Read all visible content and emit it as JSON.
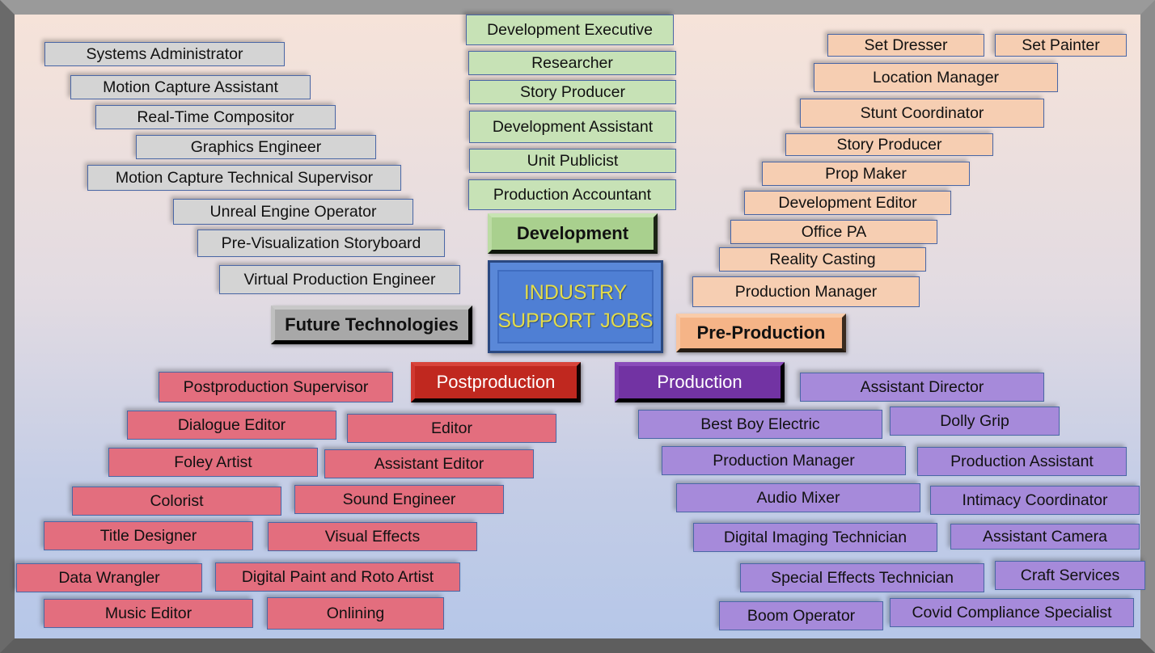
{
  "center": {
    "line1": "INDUSTRY",
    "line2": "SUPPORT JOBS"
  },
  "categories": [
    {
      "name": "Future Technologies",
      "color": "#a8a8a8",
      "jobs": [
        "Systems Administrator",
        "Motion Capture Assistant",
        "Real-Time Compositor",
        "Graphics Engineer",
        "Motion Capture Technical Supervisor",
        "Unreal Engine Operator",
        "Pre-Visualization Storyboard",
        "Virtual Production Engineer"
      ]
    },
    {
      "name": "Development",
      "color": "#a9d08e",
      "jobs": [
        "Development Executive",
        "Researcher",
        "Story Producer",
        "Development Assistant",
        "Unit Publicist",
        "Production Accountant"
      ]
    },
    {
      "name": "Pre-Production",
      "color": "#f5b487",
      "jobs": [
        "Set Dresser",
        "Set Painter",
        "Location Manager",
        "Stunt Coordinator",
        "Story Producer",
        "Prop Maker",
        "Development Editor",
        "Office PA",
        "Reality Casting",
        "Production Manager"
      ]
    },
    {
      "name": "Postproduction",
      "color": "#c0281f",
      "jobs": [
        "Postproduction Supervisor",
        "Dialogue Editor",
        "Editor",
        "Foley Artist",
        "Assistant Editor",
        "Colorist",
        "Sound Engineer",
        "Title Designer",
        "Visual Effects",
        "Data Wrangler",
        "Digital Paint and Roto Artist",
        "Music Editor",
        "Onlining"
      ]
    },
    {
      "name": "Production",
      "color": "#7233a3",
      "jobs": [
        "Assistant Director",
        "Best Boy Electric",
        "Dolly Grip",
        "Production Manager",
        "Production Assistant",
        "Audio Mixer",
        "Intimacy Coordinator",
        "Digital Imaging Technician",
        "Assistant Camera",
        "Special Effects Technician",
        "Craft Services",
        "Boom Operator",
        "Covid Compliance Specialist"
      ]
    }
  ]
}
